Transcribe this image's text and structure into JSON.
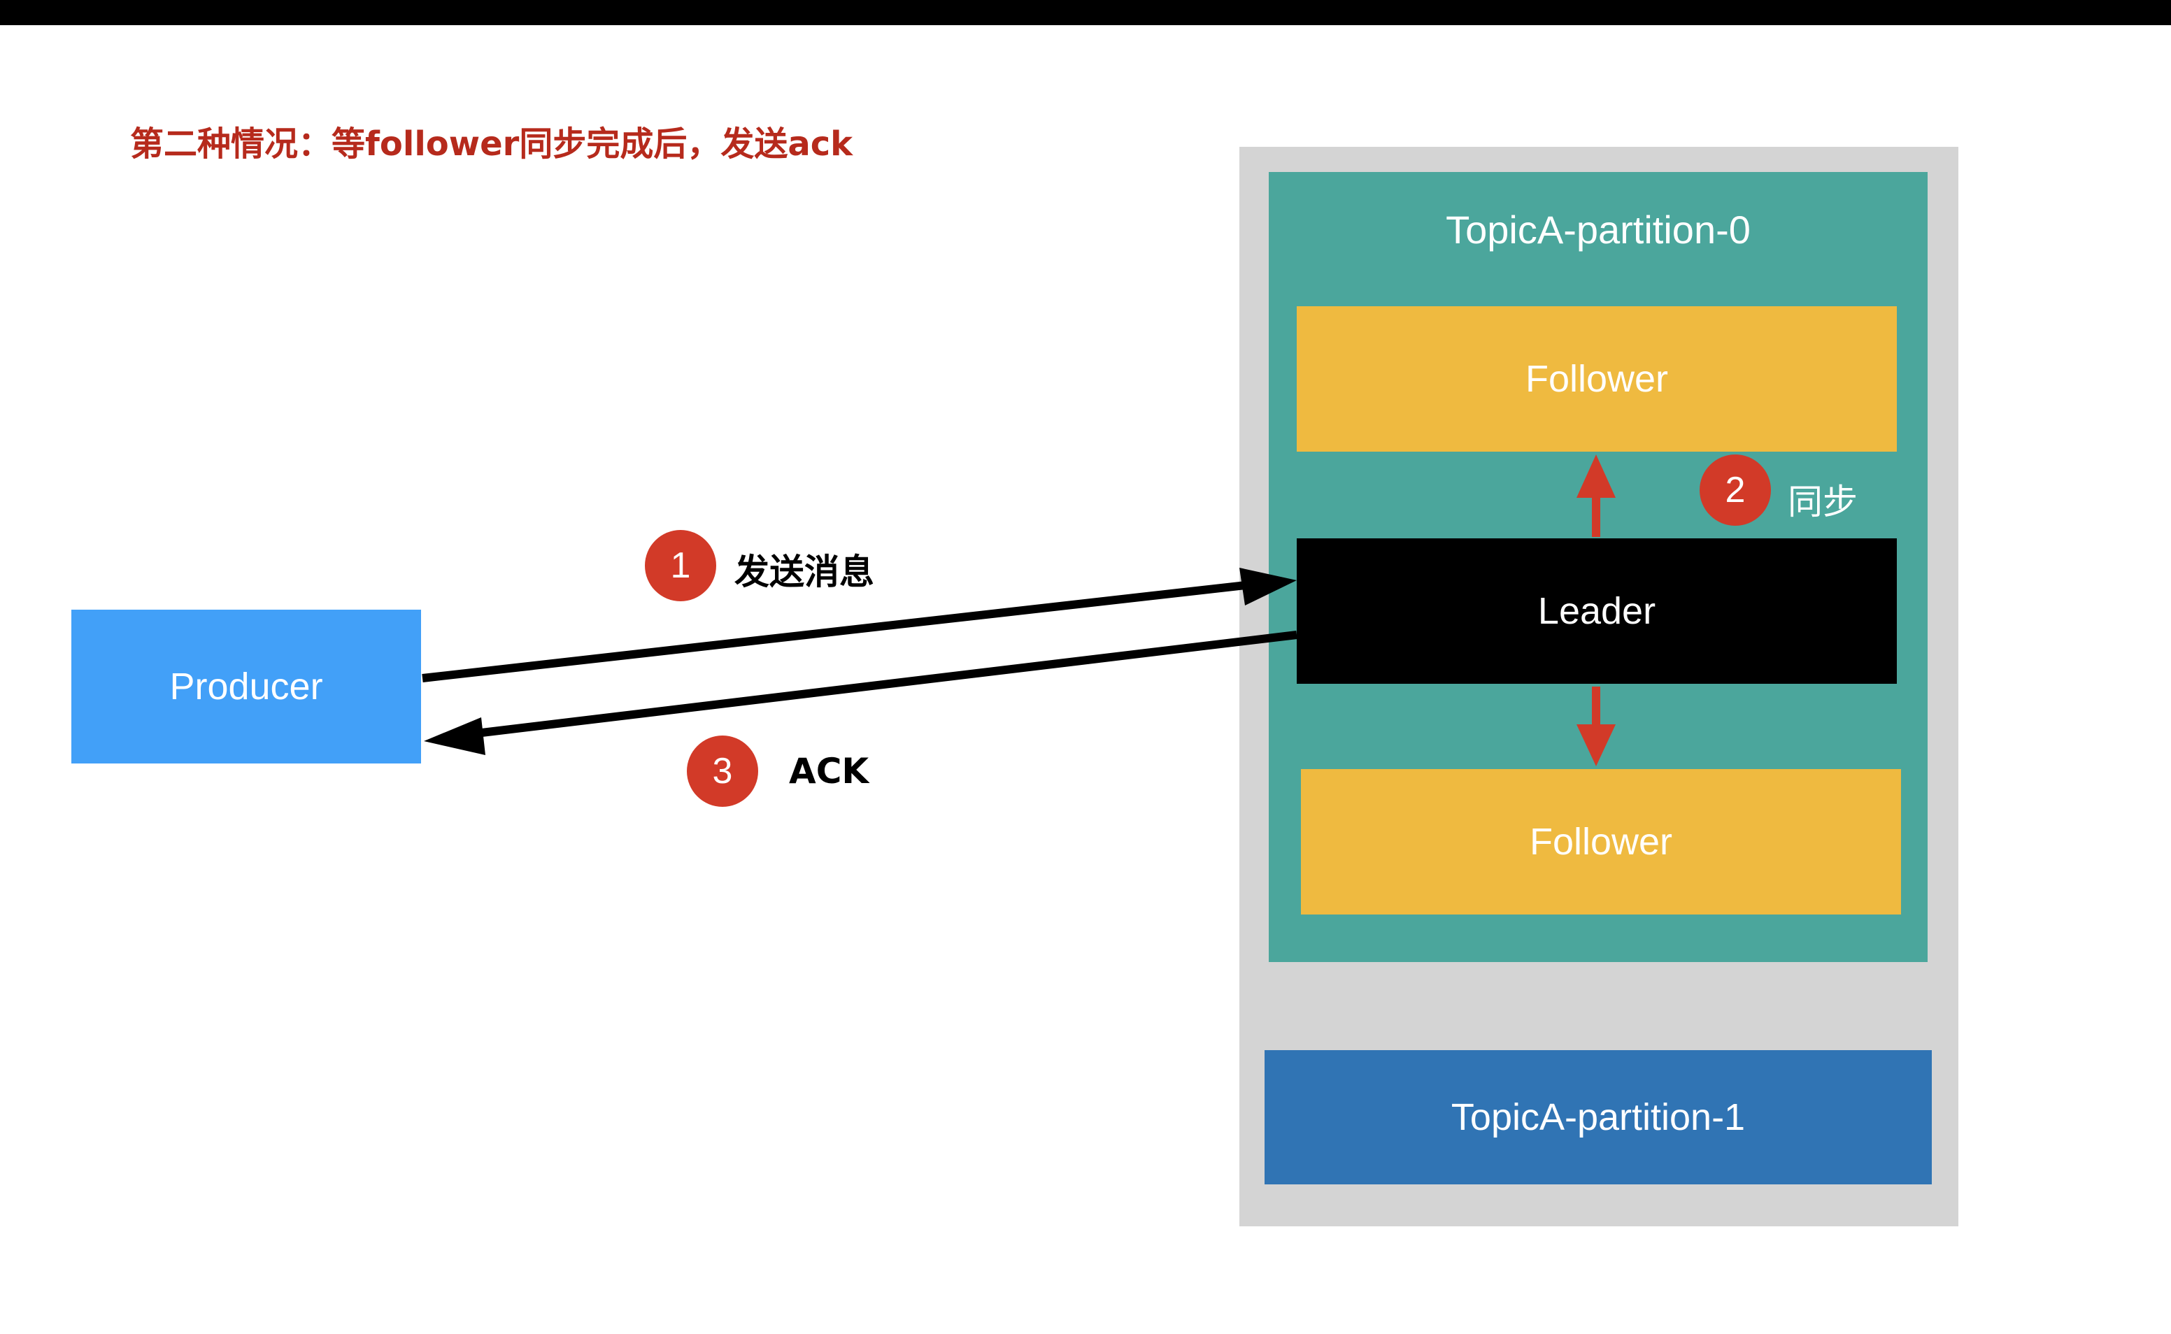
{
  "title": "第二种情况：等follower同步完成后，发送ack",
  "producer": {
    "label": "Producer"
  },
  "partition0": {
    "label": "TopicA-partition-0",
    "follower_top": "Follower",
    "leader": "Leader",
    "follower_bottom": "Follower"
  },
  "partition1": {
    "label": "TopicA-partition-1"
  },
  "steps": [
    {
      "number": "1",
      "label": "发送消息"
    },
    {
      "number": "2",
      "label": "同步"
    },
    {
      "number": "3",
      "label": "ACK"
    }
  ],
  "colors": {
    "title": "#b62a1c",
    "broker_bg": "#d4d4d4",
    "partition0_bg": "#4ba69c",
    "follower": "#efba40",
    "leader": "#000000",
    "partition1_bg": "#3074b4",
    "producer": "#42a0f8",
    "badge": "#d23a28",
    "sync_arrow": "#d23a28"
  }
}
